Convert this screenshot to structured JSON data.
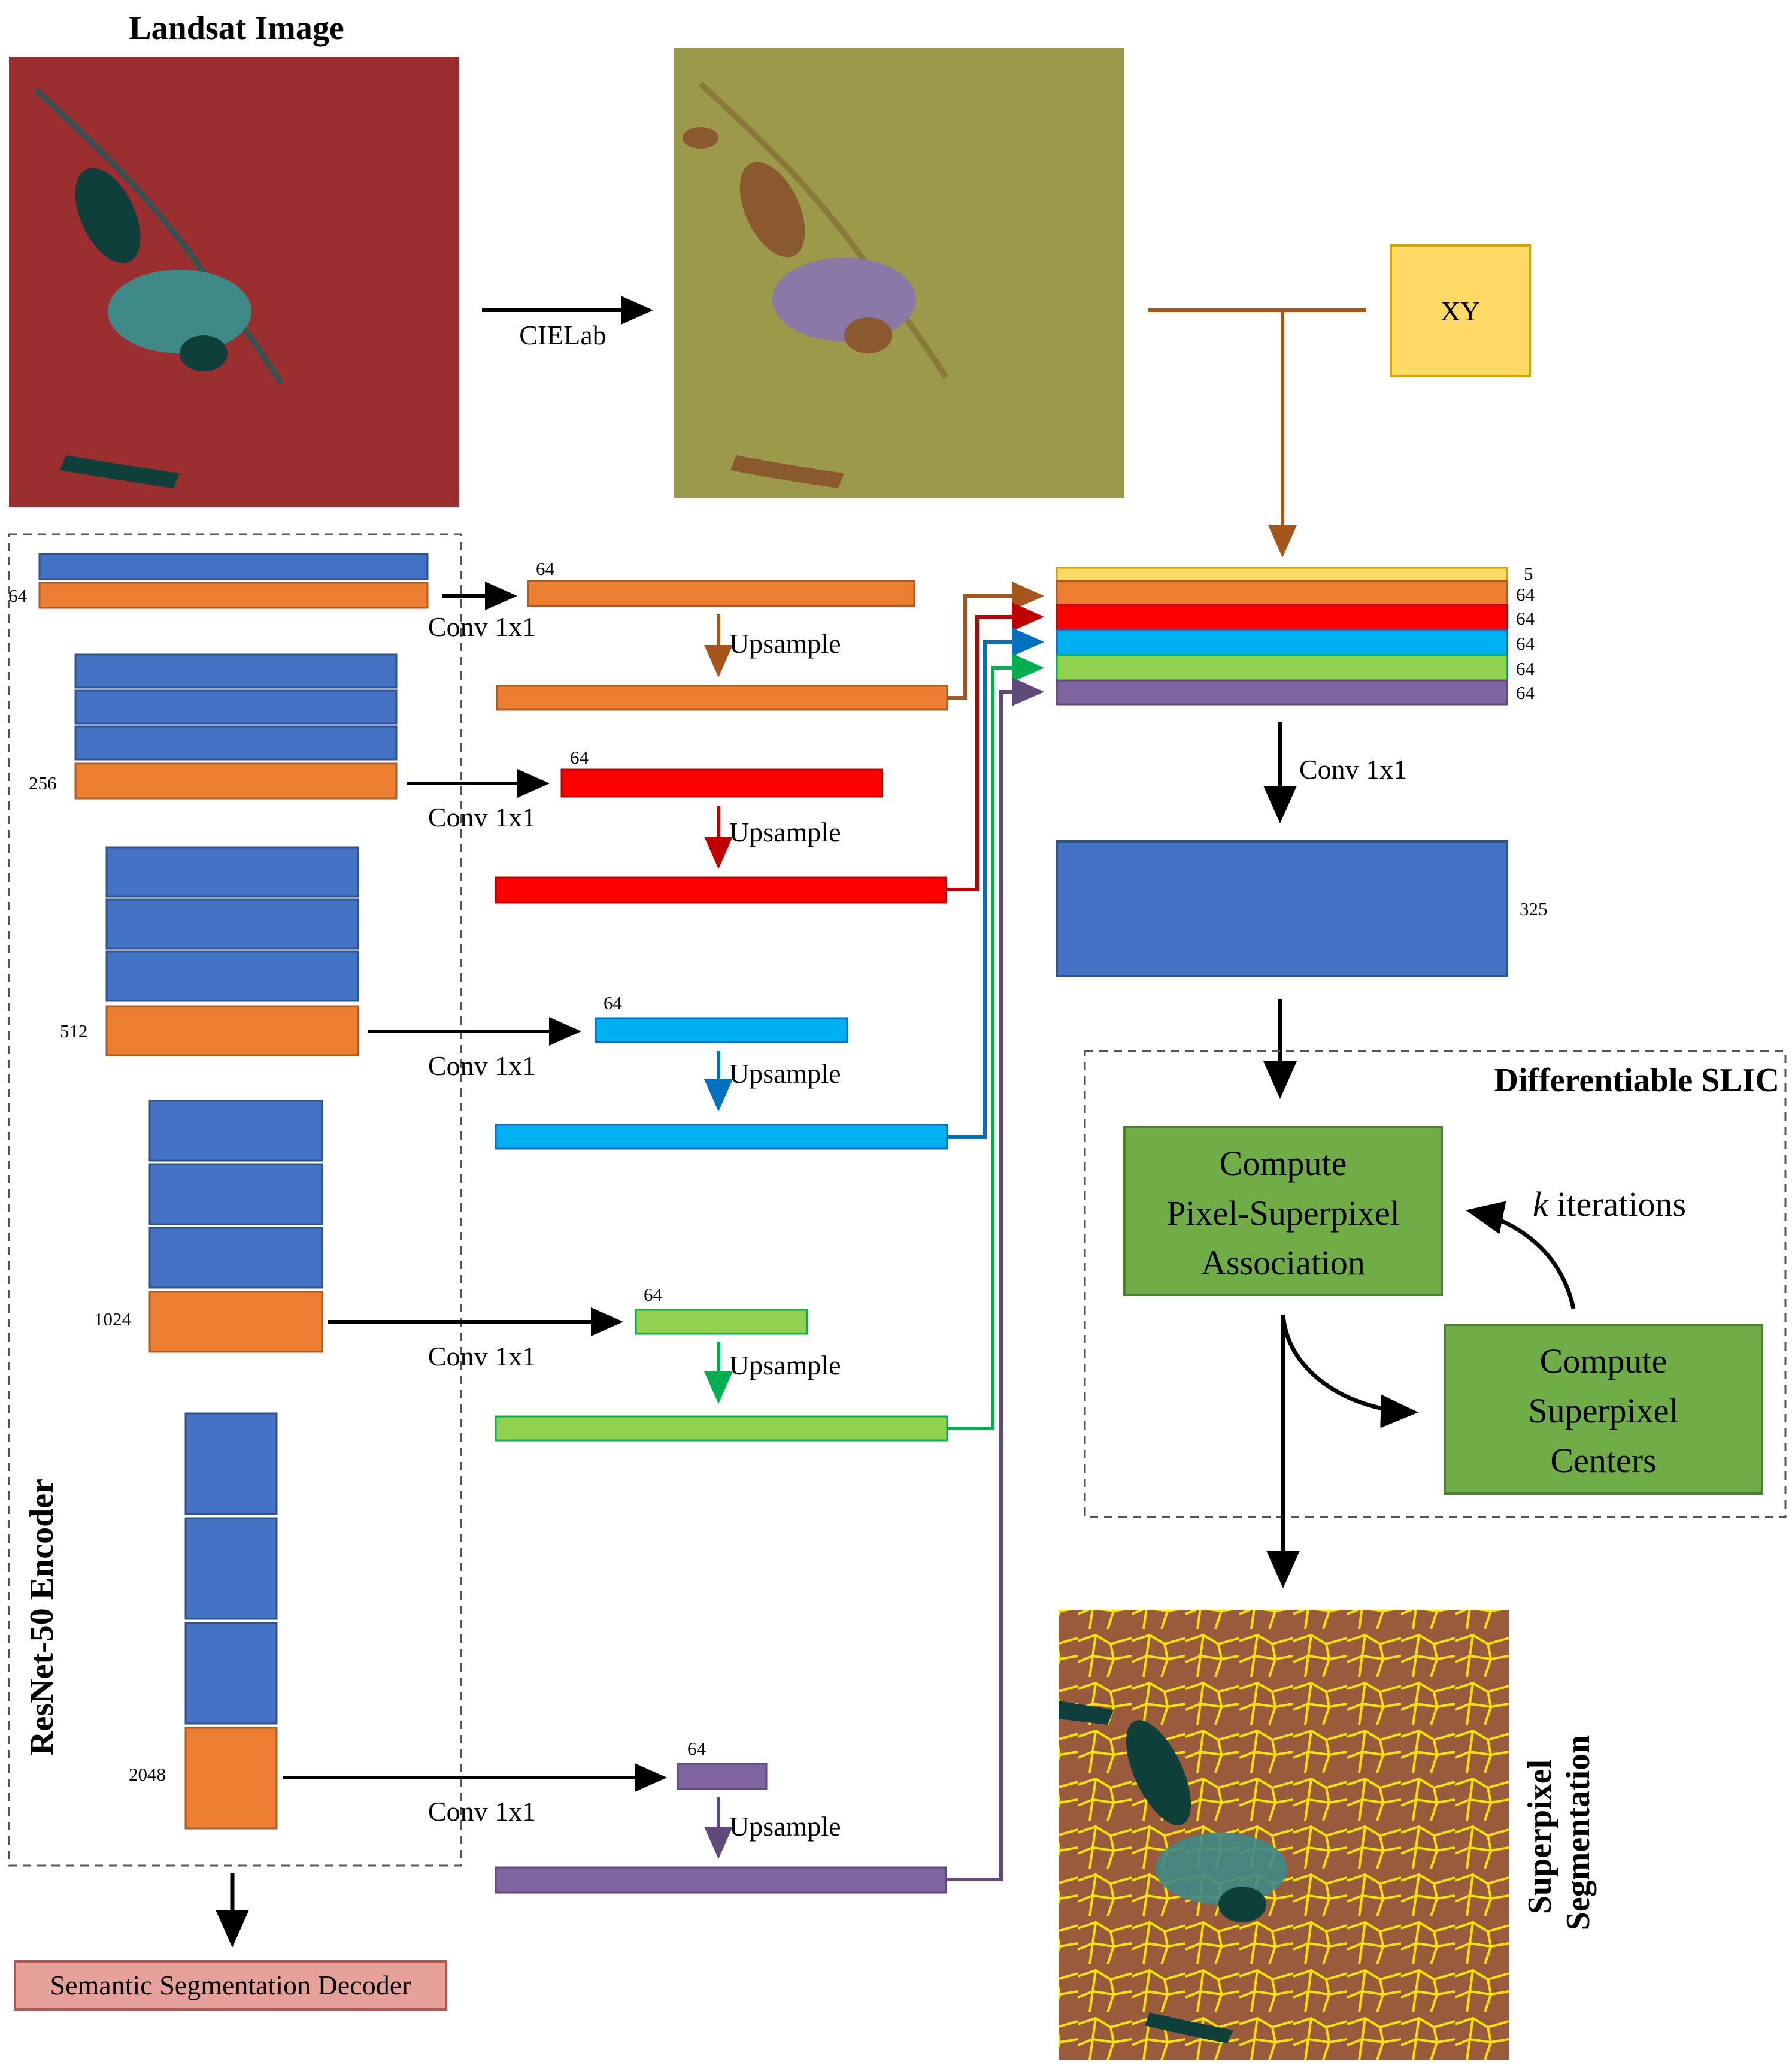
{
  "landsat_title": "Landsat Image",
  "cielab_label": "CIELab",
  "xy_label": "XY",
  "encoder_label": "ResNet-50 Encoder",
  "decoder_label": "Semantic Segmentation Decoder",
  "conv_label": "Conv 1x1",
  "upsample_label": "Upsample",
  "encoder_channels": [
    "64",
    "256",
    "512",
    "1024",
    "2048"
  ],
  "branch_channels": [
    "64",
    "64",
    "64",
    "64",
    "64"
  ],
  "stack_channels": [
    "5",
    "64",
    "64",
    "64",
    "64",
    "64"
  ],
  "conv_out_channels": "325",
  "slic_title": "Differentiable SLIC",
  "assoc_lines": [
    "Compute",
    "Pixel-Superpixel",
    "Association"
  ],
  "centers_lines": [
    "Compute",
    "Superpixel",
    "Centers"
  ],
  "iterations_k": "k",
  "iterations_text": " iterations",
  "seg_lines": [
    "Superpixel",
    "Segmentation"
  ],
  "colors": {
    "encoder_blue": "#4472c4",
    "encoder_orange": "#ed7d31",
    "red": "#ff0000",
    "cyan": "#00b0f0",
    "green": "#92d050",
    "purple": "#8064a2",
    "yellow": "#ffd966",
    "slic_green": "#70ad47",
    "brown_arrow": "#a5561a",
    "decoder_fill": "#e6a19a"
  }
}
